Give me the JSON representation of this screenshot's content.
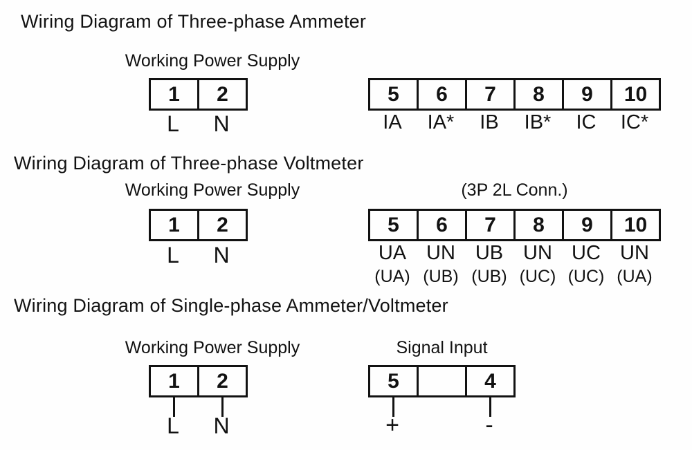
{
  "page": {
    "background": "#fefefe",
    "ink": "#121212"
  },
  "sections": [
    {
      "title": "Wiring Diagram of Three-phase Ammeter",
      "power_block": {
        "heading": "Working Power Supply",
        "terminals": [
          "1",
          "2"
        ],
        "labels": [
          "L",
          "N"
        ]
      },
      "signal_block": {
        "terminals": [
          "5",
          "6",
          "7",
          "8",
          "9",
          "10"
        ],
        "labels": [
          "IA",
          "IA*",
          "IB",
          "IB*",
          "IC",
          "IC*"
        ]
      }
    },
    {
      "title": "Wiring Diagram of Three-phase Voltmeter",
      "power_block": {
        "heading": "Working Power Supply",
        "terminals": [
          "1",
          "2"
        ],
        "labels": [
          "L",
          "N"
        ]
      },
      "signal_block": {
        "heading": "(3P 2L Conn.)",
        "terminals": [
          "5",
          "6",
          "7",
          "8",
          "9",
          "10"
        ],
        "labels": [
          "UA",
          "UN",
          "UB",
          "UN",
          "UC",
          "UN"
        ],
        "labels2": [
          "(UA)",
          "(UB)",
          "(UB)",
          "(UC)",
          "(UC)",
          "(UA)"
        ]
      }
    },
    {
      "title": "Wiring Diagram of Single-phase Ammeter/Voltmeter",
      "power_block": {
        "heading": "Working Power Supply",
        "terminals": [
          "1",
          "2"
        ],
        "labels": [
          "L",
          "N"
        ]
      },
      "signal_block": {
        "heading": "Signal Input",
        "terminals": [
          "5",
          "",
          "4"
        ],
        "labels": [
          "+",
          "",
          "-"
        ]
      }
    }
  ]
}
